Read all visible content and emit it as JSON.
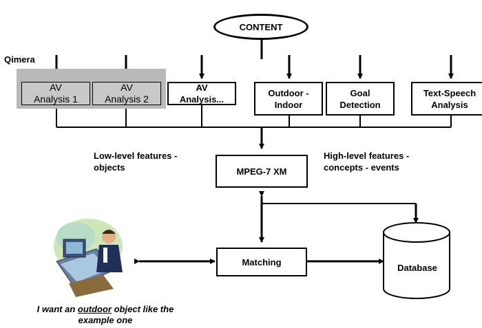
{
  "content_label": "CONTENT",
  "source_label": "Qimera",
  "modules": [
    {
      "id": "av1",
      "label": "AV\nAnalysis 1"
    },
    {
      "id": "av2",
      "label": "AV\nAnalysis 2"
    },
    {
      "id": "av3",
      "label": "AV\nAnalysis..."
    },
    {
      "id": "outdoor",
      "label": "Outdoor -\nIndoor"
    },
    {
      "id": "goal",
      "label": "Goal\nDetection"
    },
    {
      "id": "textspeech",
      "label": "Text-Speech\nAnalysis"
    }
  ],
  "low_level_label": "Low-level features -\nobjects",
  "high_level_label": "High-level features -\nconcepts - events",
  "xm_label": "MPEG-7 XM",
  "matching_label": "Matching",
  "database_label": "Database",
  "query": {
    "prefix": "I want an ",
    "emphasis": "outdoor",
    "suffix": " object like the\nexample one"
  },
  "icons": {
    "user": "user-at-computer-icon"
  },
  "colors": {
    "group_shade": "#b9b9b9",
    "box_shade": "#c8c8c8",
    "stroke": "#000000"
  }
}
